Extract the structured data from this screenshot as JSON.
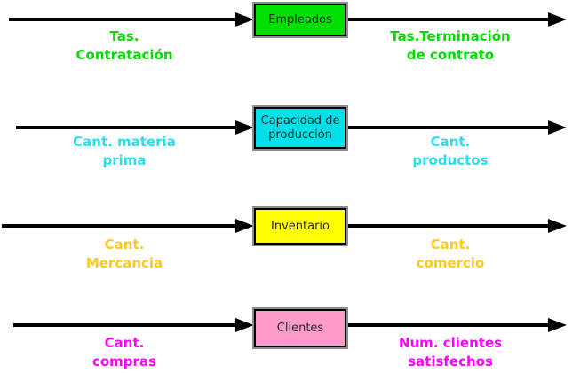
{
  "diagram": {
    "type": "stock-and-flow",
    "background": "#ffffff",
    "arrow_color": "#000000",
    "box_border_color": "#000000",
    "box_outline_color": "#8c8c8c",
    "rows": [
      {
        "stock": "Empleados",
        "inflow": "Tas.\nContratación",
        "outflow": "Tas.Terminación\nde contrato",
        "box_fill": "#00e000",
        "label_color": "#00d900"
      },
      {
        "stock": "Capacidad de\nproducción",
        "inflow": "Cant. materia\nprima",
        "outflow": "Cant.\nproductos",
        "box_fill": "#00e0e8",
        "label_color": "#2adfe9"
      },
      {
        "stock": "Inventario",
        "inflow": "Cant.\nMercancia",
        "outflow": "Cant.\ncomercio",
        "box_fill": "#ffff00",
        "label_color": "#ffc822"
      },
      {
        "stock": "Clientes",
        "inflow": "Cant.\ncompras",
        "outflow": "Num. clientes\nsatisfechos",
        "box_fill": "#ff9bc8",
        "label_color": "#ff00ff"
      }
    ]
  }
}
